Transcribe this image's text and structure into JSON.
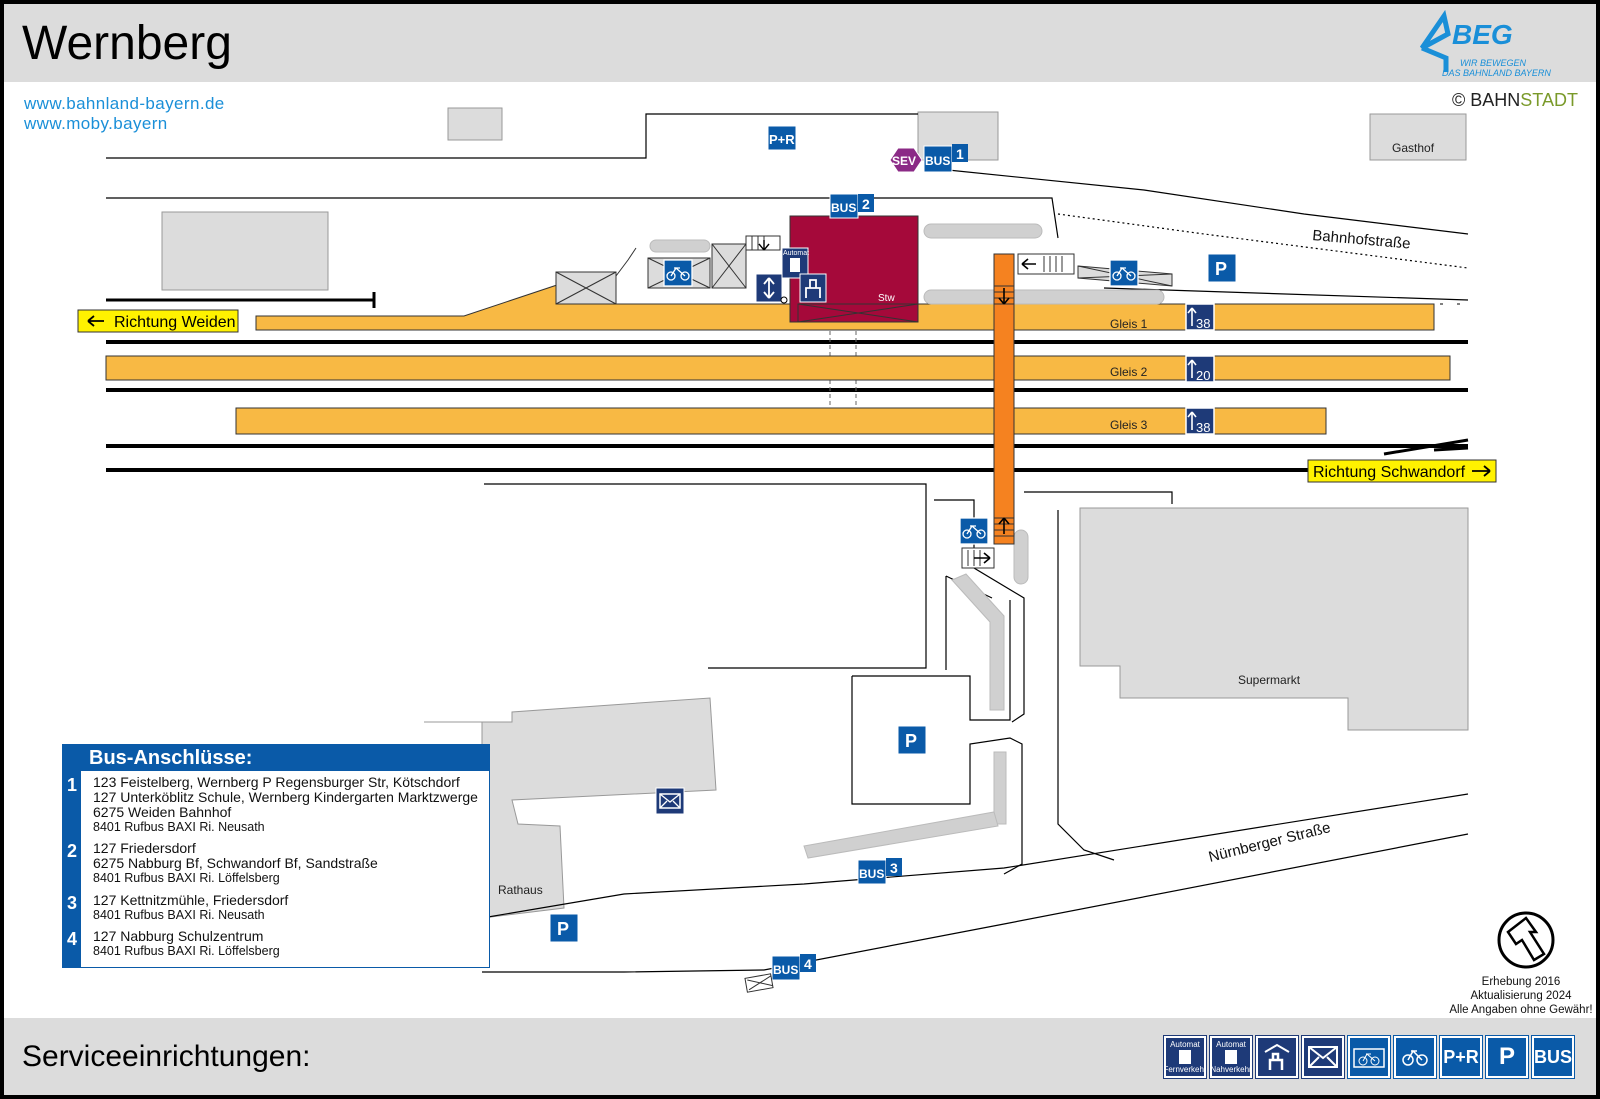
{
  "header": {
    "title": "Wernberg",
    "logo": {
      "name": "BEG",
      "tagline_1": "WIR BEWEGEN",
      "tagline_2": "DAS BAHNLAND BAYERN"
    }
  },
  "links": [
    "www.bahnland-bayern.de",
    "www.moby.bayern"
  ],
  "copyright": {
    "symbol": "©",
    "brand_part_1": "BAHN",
    "brand_part_2": "STADT"
  },
  "map": {
    "platforms": [
      {
        "label": "Gleis 1",
        "height_cm": "38"
      },
      {
        "label": "Gleis 2",
        "height_cm": "20"
      },
      {
        "label": "Gleis 3",
        "height_cm": "38"
      }
    ],
    "direction_west": "Richtung Weiden",
    "direction_east": "Richtung Schwandorf",
    "streets": {
      "bahnhofstrasse": "Bahnhofstraße",
      "nuernberger": "Nürnberger Straße"
    },
    "buildings": {
      "gasthof": "Gasthof",
      "supermarkt": "Supermarkt",
      "rathaus": "Rathaus",
      "stw": "Stw"
    },
    "automat_label": "Automat",
    "stop_labels": {
      "bus": "BUS",
      "sev": "SEV",
      "pr": "P+R",
      "parking": "P"
    },
    "stop_numbers": [
      "1",
      "2",
      "3",
      "4"
    ]
  },
  "bus_connections": {
    "heading": "Bus-Anschlüsse:",
    "entries": [
      {
        "number": "1",
        "lines": [
          "123 Feistelberg, Wernberg P Regensburger Str, Kötschdorf",
          "127 Unterköblitz Schule, Wernberg Kindergarten Marktzwerge",
          "6275 Weiden Bahnhof"
        ],
        "rufbus": "8401 Rufbus BAXI Ri. Neusath"
      },
      {
        "number": "2",
        "lines": [
          "127 Friedersdorf",
          "6275 Nabburg Bf, Schwandorf Bf, Sandstraße"
        ],
        "rufbus": "8401 Rufbus BAXI Ri. Löffelsberg"
      },
      {
        "number": "3",
        "lines": [
          "127 Kettnitzmühle, Friedersdorf"
        ],
        "rufbus": "8401 Rufbus BAXI Ri. Neusath"
      },
      {
        "number": "4",
        "lines": [
          "127 Nabburg Schulzentrum"
        ],
        "rufbus": "8401 Rufbus BAXI Ri. Löffelsberg"
      }
    ]
  },
  "survey": {
    "line1": "Erhebung 2016",
    "line2": "Aktualisierung 2024",
    "line3": "Alle Angaben ohne Gewähr!"
  },
  "footer": {
    "title": "Serviceeinrichtungen:",
    "icons": [
      {
        "icon": "ticket-machine-long-distance-icon",
        "top": "Automat",
        "bottom": "Fernverkehr"
      },
      {
        "icon": "ticket-machine-regional-icon",
        "top": "Automat",
        "bottom": "Nahverkehr"
      },
      {
        "icon": "waiting-shelter-icon",
        "text": ""
      },
      {
        "icon": "mailbox-icon",
        "text": ""
      },
      {
        "icon": "bike-box-icon",
        "text": ""
      },
      {
        "icon": "bike-parking-icon",
        "text": ""
      },
      {
        "icon": "park-and-ride-icon",
        "text": "P+R"
      },
      {
        "icon": "parking-icon",
        "text": "P"
      },
      {
        "icon": "bus-icon",
        "text": "BUS"
      }
    ]
  },
  "colors": {
    "platform": "#f8b944",
    "stellwerk": "#a5093a",
    "footbridge": "#f58220",
    "sign_blue": "#0a5aa8",
    "sign_navy": "#1e3a78",
    "sev_purple": "#8b2a86",
    "direction_yellow": "#fff200",
    "building_grey": "#dcdcdc"
  }
}
